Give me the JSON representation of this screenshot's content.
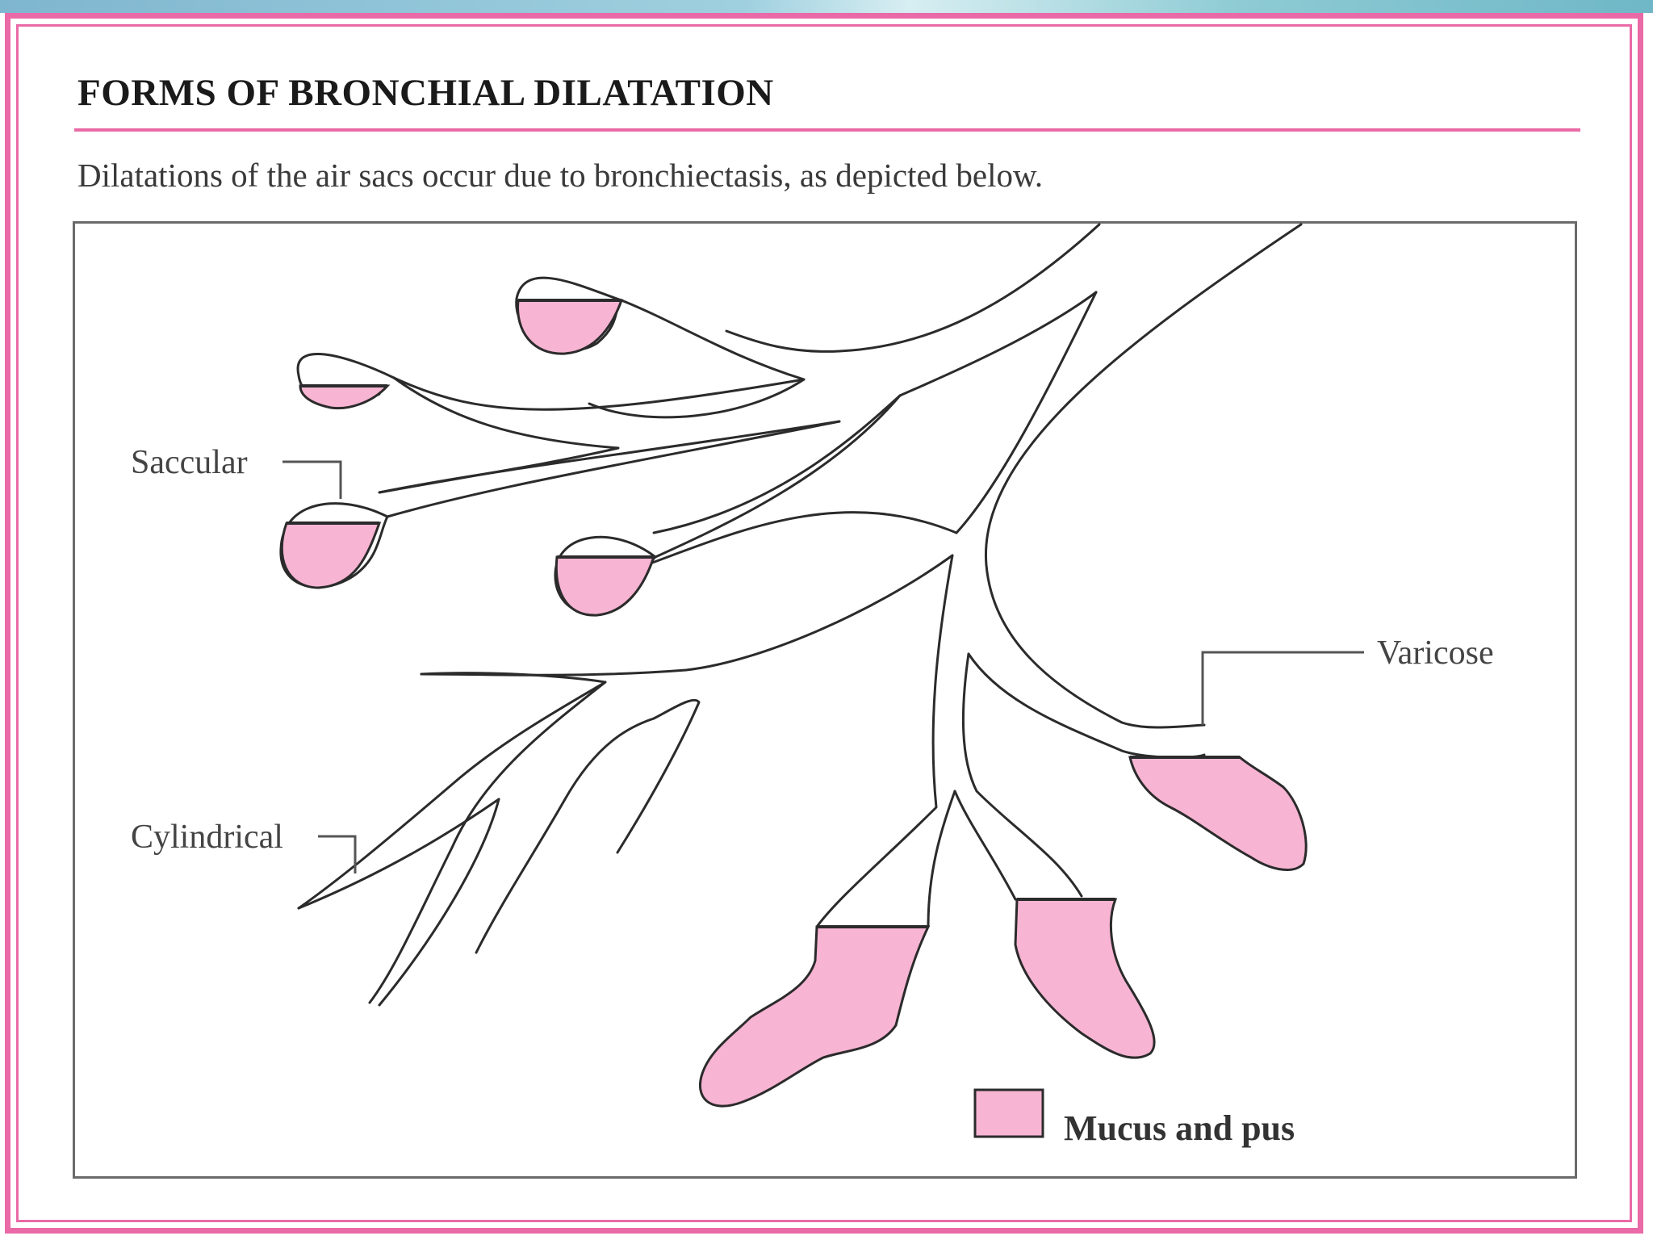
{
  "page": {
    "title": "FORMS OF BRONCHIAL DILATATION",
    "subtitle": "Dilatations of the air sacs occur due to bronchiectasis, as depicted below."
  },
  "diagram": {
    "labels": {
      "saccular": "Saccular",
      "cylindrical": "Cylindrical",
      "varicose": "Varicose"
    },
    "legend": {
      "label": "Mucus and pus"
    }
  },
  "colors": {
    "accent_border": "#e96aa6",
    "mucus_fill": "#f7b4d3",
    "outline": "#2b2b2b"
  }
}
